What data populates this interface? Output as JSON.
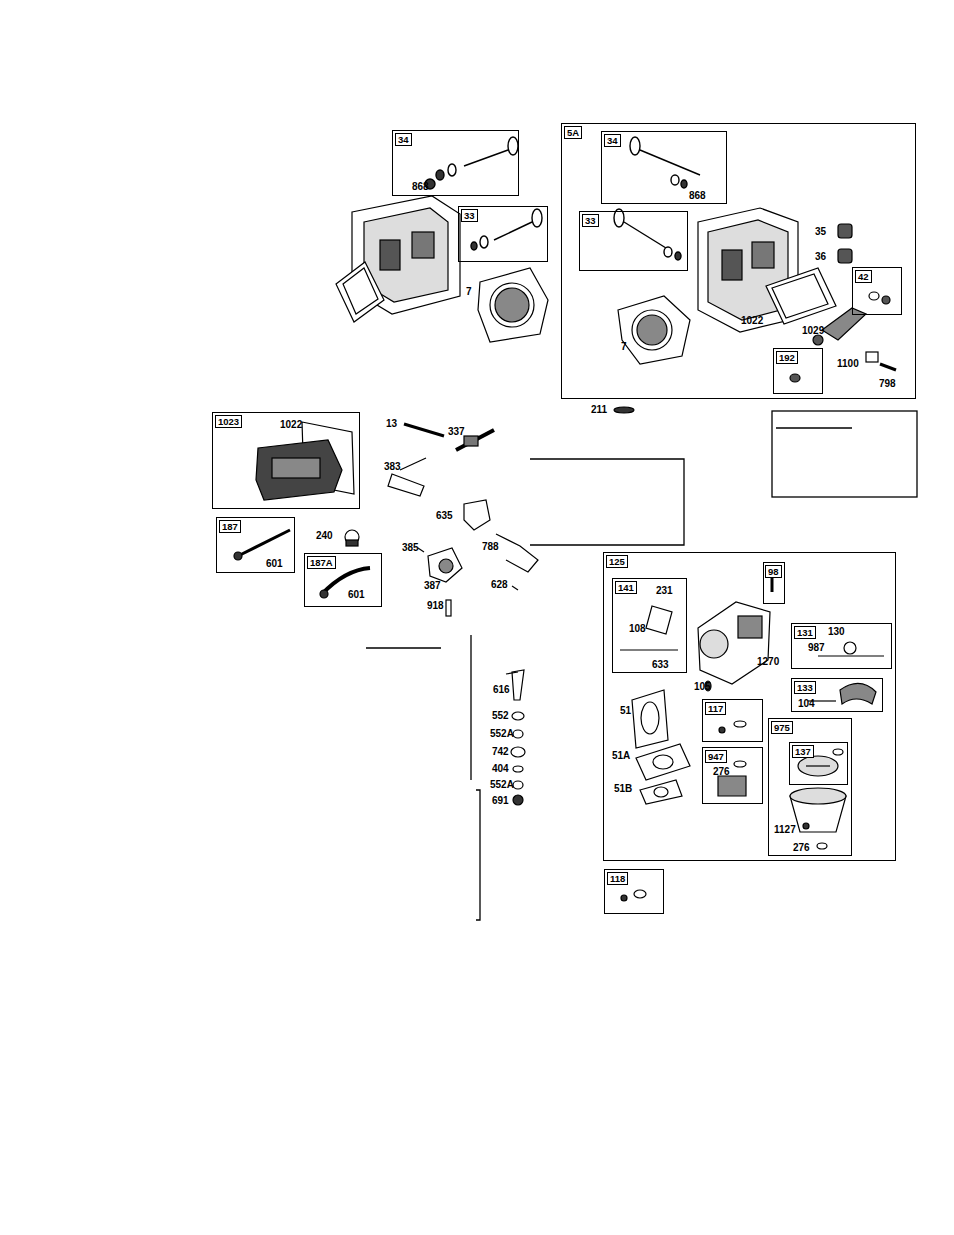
{
  "diagram": {
    "nodes": [
      {
        "text": [
          "34",
          "868"
        ]
      },
      {
        "text": [
          "33"
        ]
      },
      {
        "text": [
          "5A",
          "35",
          "36",
          "1022",
          "7",
          "1029",
          "1100",
          "798"
        ]
      },
      {
        "text": [
          "34",
          "868"
        ],
        "in": 2
      },
      {
        "text": [
          "33"
        ],
        "in": 2
      },
      {
        "text": [
          "42"
        ],
        "in": 2
      },
      {
        "text": [
          "192"
        ],
        "in": 2
      },
      {
        "text": [
          "1023",
          "1022"
        ]
      },
      {
        "text": [
          "187",
          "601"
        ]
      },
      {
        "text": [
          "187A",
          "601"
        ]
      },
      {
        "text": [
          "125",
          "1270",
          "105",
          "51",
          "51A",
          "51B"
        ]
      },
      {
        "text": [
          "141",
          "231",
          "108",
          "633"
        ],
        "in": 10
      },
      {
        "text": [
          "98"
        ],
        "in": 10
      },
      {
        "text": [
          "131",
          "130",
          "987"
        ],
        "in": 10
      },
      {
        "text": [
          "133",
          "104"
        ],
        "in": 10
      },
      {
        "text": [
          "117"
        ],
        "in": 10
      },
      {
        "text": [
          "975",
          "1127",
          "276"
        ],
        "in": 10
      },
      {
        "text": [
          "137"
        ],
        "in": 16
      },
      {
        "text": [
          "947",
          "276"
        ],
        "in": 10
      },
      {
        "text": [
          "118"
        ]
      }
    ],
    "labels": [
      "7",
      "13",
      "337",
      "383",
      "240",
      "635",
      "385",
      "788",
      "387",
      "628",
      "918",
      "211",
      "616",
      "552",
      "552A",
      "742",
      "404",
      "552A",
      "691"
    ]
  }
}
